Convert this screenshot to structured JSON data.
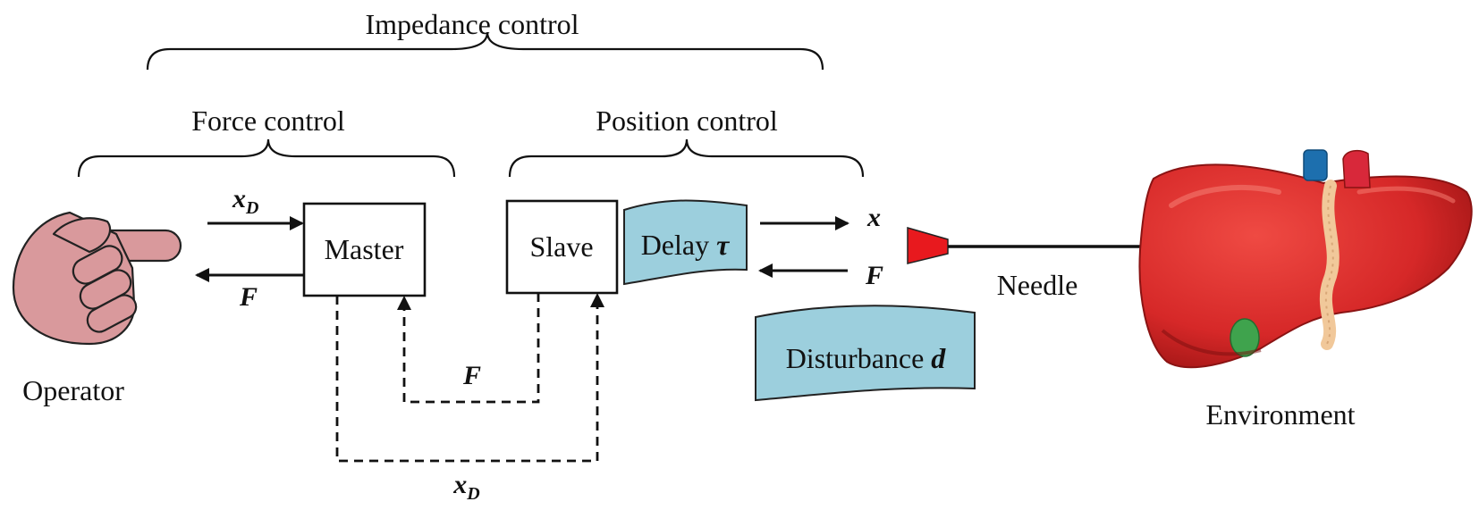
{
  "labels": {
    "impedance": "Impedance control",
    "force": "Force control",
    "position": "Position control",
    "master": "Master",
    "slave": "Slave",
    "delay": "Delay",
    "disturbance": "Disturbance",
    "operator": "Operator",
    "needle": "Needle",
    "environment": "Environment"
  },
  "symbols": {
    "x": "x",
    "D": "D",
    "F": "F",
    "tau": "τ",
    "d": "d"
  },
  "colors": {
    "hand": "#d9999c",
    "hand_outline": "#222222",
    "delay_fill": "#9ccfdd",
    "needle_tip": "#e8191e",
    "liver": "#d62828",
    "liver_dark": "#a81818",
    "vein_blue": "#1d6fae",
    "artery_red": "#d8283a",
    "bile": "#f1c89a",
    "gallbladder": "#3fa34d"
  }
}
